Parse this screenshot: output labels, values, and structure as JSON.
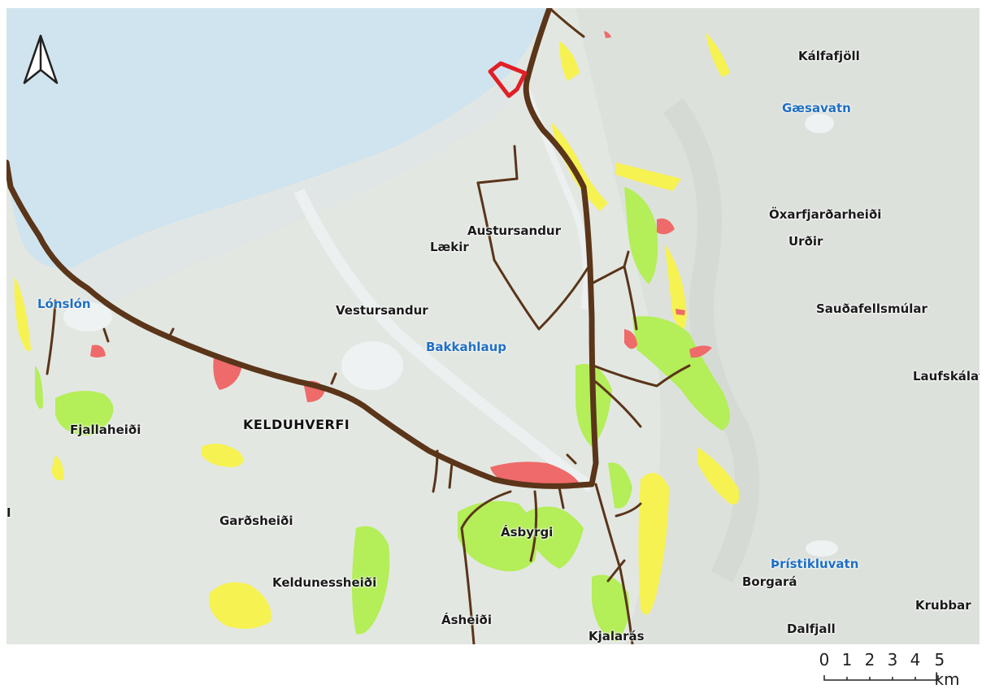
{
  "map": {
    "colors": {
      "land": "#e3e7e2",
      "sea": "#d0e4ef",
      "road": "#5a3519",
      "zone_red": "#ef6a6a",
      "zone_green": "#b4ee58",
      "zone_yellow": "#f6f251",
      "marker": "#e01f26",
      "water_label": "#1f6fc4"
    },
    "labels": {
      "kalfafjoll": "Kálfafjöll",
      "gaesavatn": "Gæsavatn",
      "austursandur": "Austursandur",
      "laekir": "Lækir",
      "oxarfjardarheidi": "Öxarfjarðarheiði",
      "urdir": "Urðir",
      "lonslon": "Lónslón",
      "vestursandur": "Vestursandur",
      "bakkahlaup": "Bakkahlaup",
      "saudafellsmular": "Sauðafellsmúlar",
      "laufskalafj": "Laufskálafj",
      "fjallaheidi": "Fjallaheiði",
      "kelduhverfi": "KELDUHVERFI",
      "gardsheidi": "Garðsheiði",
      "asbyrgi": "Ásbyrgi",
      "keldunessheidi": "Keldunessheiði",
      "pristikluvatn": "Þrístikluvatn",
      "borgara": "Borgará",
      "krubbar": "Krubbar",
      "asheidi": "Ásheiði",
      "kjalaras": "Kjalarás",
      "dalfjall": "Dalfjall",
      "edge_i": "I"
    },
    "north_arrow_icon": "north-arrow-icon"
  },
  "scale_bar": {
    "ticks": [
      "0",
      "1",
      "2",
      "3",
      "4"
    ],
    "last_tick": "5 km"
  }
}
